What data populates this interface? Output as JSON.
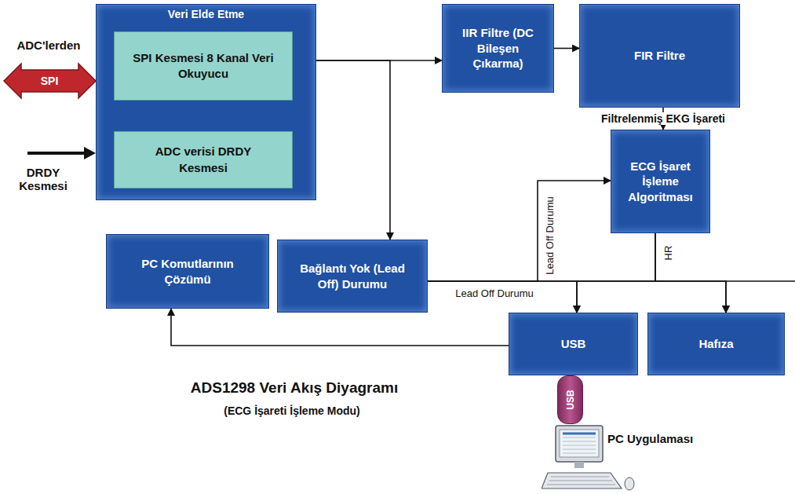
{
  "diagram": {
    "title": "ADS1298 Veri Akış Diyagramı",
    "caption": "(ECG İşareti İşleme Modu)",
    "nodes": [
      {
        "text": [
          "Veri Elde Etme"
        ]
      },
      {
        "text": [
          "SPI Kesmesi 8 Kanal Veri Okuyucu"
        ],
        "in": 0
      },
      {
        "text": [
          "ADC verisi DRDY Kesmesi"
        ],
        "in": 0
      },
      {
        "text": [
          "IIR Filtre (DC Bileşen Çıkarma)"
        ]
      },
      {
        "text": [
          "FIR Filtre"
        ]
      },
      {
        "text": [
          "ECG İşaret İşleme Algoritması"
        ]
      },
      {
        "text": [
          "PC Komutlarının Çözümü"
        ]
      },
      {
        "text": [
          "Bağlantı Yok (Lead Off) Durumu"
        ]
      },
      {
        "text": [
          "USB"
        ]
      },
      {
        "text": [
          "Hafıza"
        ]
      },
      {
        "text": [
          "USB"
        ]
      },
      {
        "text": [
          "PC Uygulaması"
        ]
      }
    ],
    "edges": [
      {
        "from": 2,
        "to": 1,
        "arrow": "to"
      },
      {
        "from": 0,
        "to": 3,
        "arrow": "to"
      },
      {
        "from": 3,
        "to": 4,
        "arrow": "to"
      },
      {
        "from": 4,
        "to": 5,
        "label": "Filtrelenmiş EKG İşareti",
        "arrow": "to"
      },
      {
        "from": 0,
        "to": 7,
        "arrow": "to"
      },
      {
        "from": 7,
        "to": 5,
        "label": "Lead Off Durumu",
        "arrow": "to"
      },
      {
        "from": 7,
        "to": 8,
        "label": "Lead Off Durumu",
        "arrow": "to"
      },
      {
        "from": 7,
        "to": 9,
        "arrow": "to"
      },
      {
        "from": 5,
        "to": 8,
        "label": "HR",
        "arrow": "to"
      },
      {
        "from": 5,
        "to": 9,
        "arrow": "to"
      },
      {
        "from": 8,
        "to": 6,
        "arrow": "to"
      }
    ],
    "labels": [
      "ADC'lerden",
      "SPI",
      "DRDY Kesmesi"
    ]
  }
}
